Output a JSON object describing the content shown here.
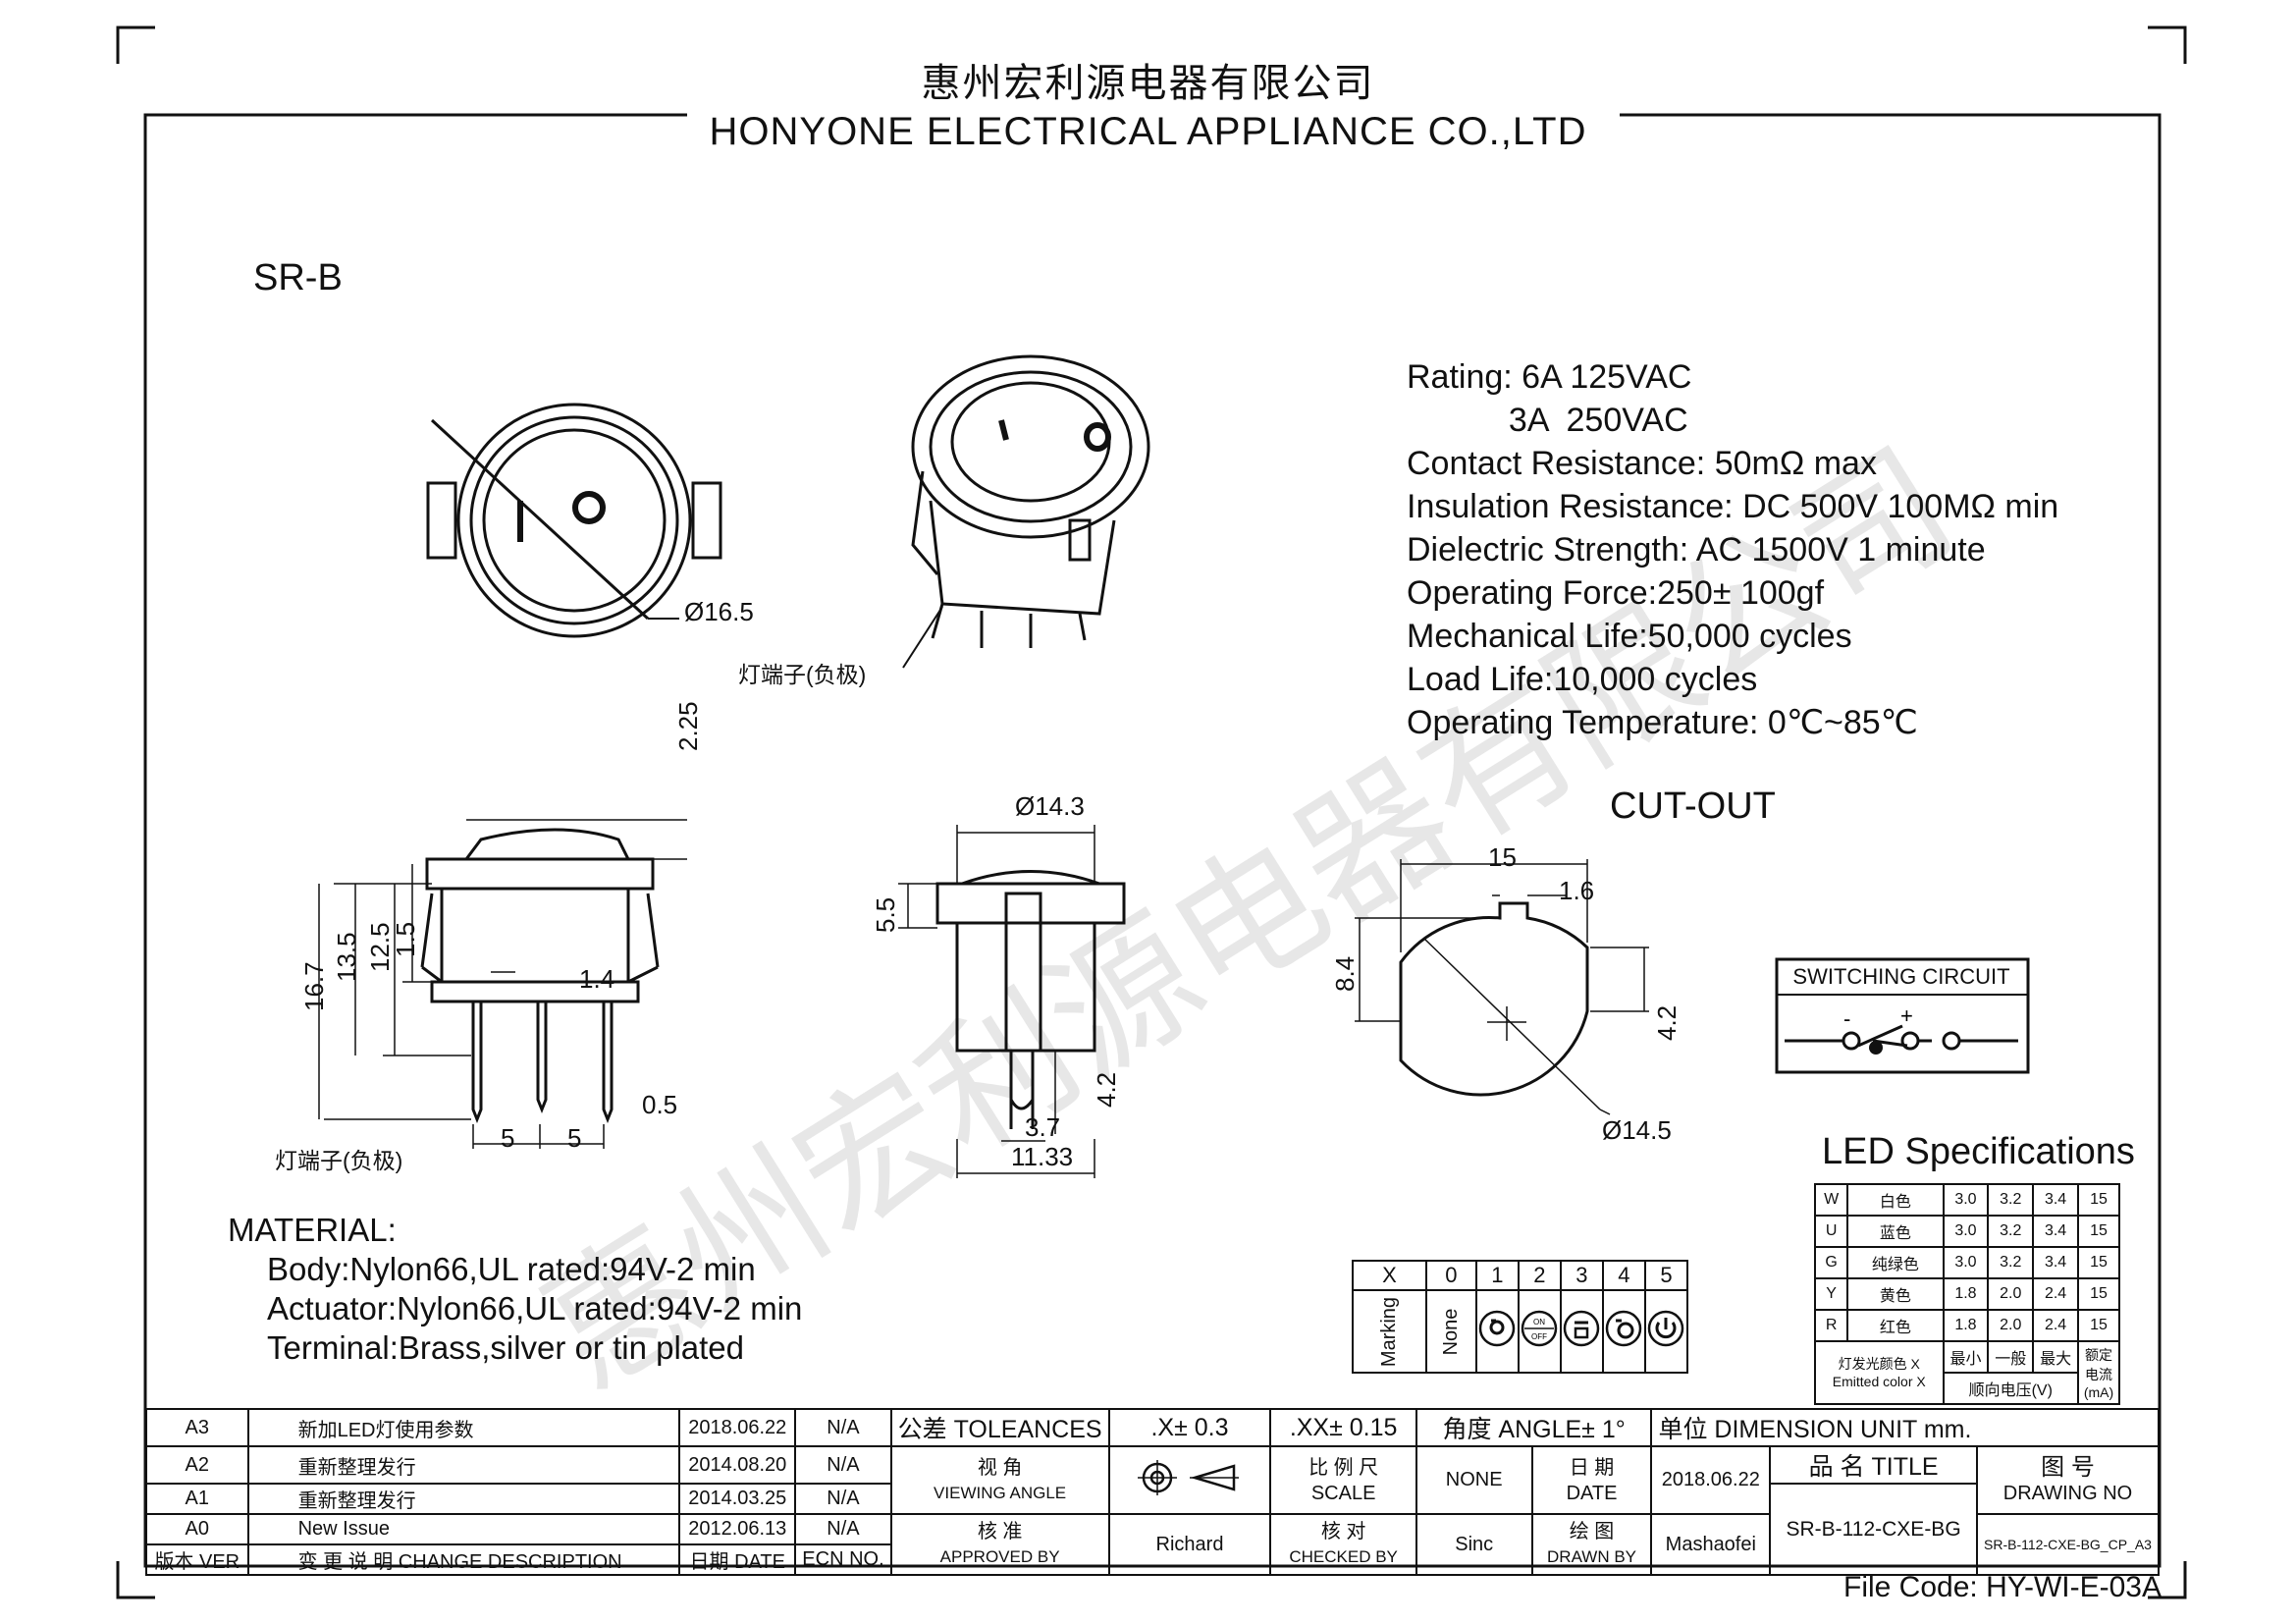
{
  "header": {
    "company_cn": "惠州宏利源电器有限公司",
    "company_en": "HONYONE  ELECTRICAL  APPLIANCE  CO.,LTD"
  },
  "model": "SR-B",
  "specs": [
    "Rating: 6A 125VAC",
    "           3A  250VAC",
    "Contact Resistance: 50mΩ max",
    "Insulation Resistance: DC 500V 100MΩ min",
    "Dielectric Strength: AC 1500V 1 minute",
    "Operating Force:250± 100gf",
    "Mechanical Life:50,000 cycles",
    "Load Life:10,000 cycles",
    "Operating Temperature: 0℃~85℃"
  ],
  "dims": {
    "front_dia": "Ø16.5",
    "lamp_terminal": "灯端子(负极)",
    "d225": "2.25",
    "d167": "16.7",
    "d135": "13.5",
    "d125": "12.5",
    "d15": "1.5",
    "d14": "1.4",
    "d05": "0.5",
    "d5a": "5",
    "d5b": "5",
    "dia143": "Ø14.3",
    "d55": "5.5",
    "d42": "4.2",
    "d37": "3.7",
    "d1133": "11.33",
    "c15": "15",
    "c16": "1.6",
    "c84": "8.4",
    "c42": "4.2",
    "cdia": "Ø14.5"
  },
  "cutout_title": "CUT-OUT",
  "switching_circuit": {
    "title": "SWITCHING CIRCUIT",
    "minus": "-",
    "plus": "+"
  },
  "material": {
    "title": "MATERIAL:",
    "lines": [
      "Body:Nylon66,UL rated:94V-2 min",
      "Actuator:Nylon66,UL rated:94V-2 min",
      "Terminal:Brass,silver or tin plated"
    ]
  },
  "marking": {
    "x": "X",
    "cols": [
      "0",
      "1",
      "2",
      "3",
      "4",
      "5"
    ],
    "row_label": "Marking",
    "none": "None",
    "on": "ON",
    "off": "OFF"
  },
  "led": {
    "title": "LED Specifications",
    "rows": [
      [
        "W",
        "白色",
        "3.0",
        "3.2",
        "3.4",
        "15"
      ],
      [
        "U",
        "蓝色",
        "3.0",
        "3.2",
        "3.4",
        "15"
      ],
      [
        "G",
        "纯绿色",
        "3.0",
        "3.2",
        "3.4",
        "15"
      ],
      [
        "Y",
        "黄色",
        "1.8",
        "2.0",
        "2.4",
        "15"
      ],
      [
        "R",
        "红色",
        "1.8",
        "2.0",
        "2.4",
        "15"
      ]
    ],
    "foot_color_cn": "灯发光颜色 X",
    "foot_color_en": "Emitted color X",
    "min": "最小",
    "typ": "一般",
    "max": "最大",
    "vf": "顺向电压(V)",
    "current": "额定电流(mA)"
  },
  "titleblock": {
    "revs": [
      {
        "ver": "A3",
        "desc": "新加LED灯使用参数",
        "date": "2018.06.22",
        "ecn": "N/A"
      },
      {
        "ver": "A2",
        "desc": "重新整理发行",
        "date": "2014.08.20",
        "ecn": "N/A"
      },
      {
        "ver": "A1",
        "desc": "重新整理发行",
        "date": "2014.03.25",
        "ecn": "N/A"
      },
      {
        "ver": "A0",
        "desc": "New Issue",
        "date": "2012.06.13",
        "ecn": "N/A"
      }
    ],
    "h_ver": "版本 VER",
    "h_desc": "变 更 说 明  CHANGE DESCRIPTION",
    "h_date": "日期 DATE",
    "h_ecn": "ECN NO.",
    "tol": "公差 TOLEANCES",
    "tol_x": ".X± 0.3",
    "tol_xx": ".XX± 0.15",
    "angle": "角度 ANGLE± 1°",
    "unit": "单位  DIMENSION UNIT     mm.",
    "view_cn": "视 角",
    "view_en": "VIEWING ANGLE",
    "scale_cn": "比 例 尺",
    "scale_en": "SCALE",
    "scale_val": "NONE",
    "date_cn": "日 期",
    "date_en": "DATE",
    "date_val": "2018.06.22",
    "title_cn": "品 名   TITLE",
    "title_val": "SR-B-112-CXE-BG",
    "dno_cn": "图 号",
    "dno_en": "DRAWING NO",
    "dno_val": "SR-B-112-CXE-BG_CP_A3",
    "appr_cn": "核 准",
    "appr_en": "APPROVED BY",
    "appr_val": "Richard",
    "chk_cn": "核 对",
    "chk_en": "CHECKED BY",
    "chk_val": "Sinc",
    "drawn_cn": "绘 图",
    "drawn_en": "DRAWN BY",
    "drawn_val": "Mashaofei"
  },
  "file_code": "File Code: HY-WI-E-03A"
}
